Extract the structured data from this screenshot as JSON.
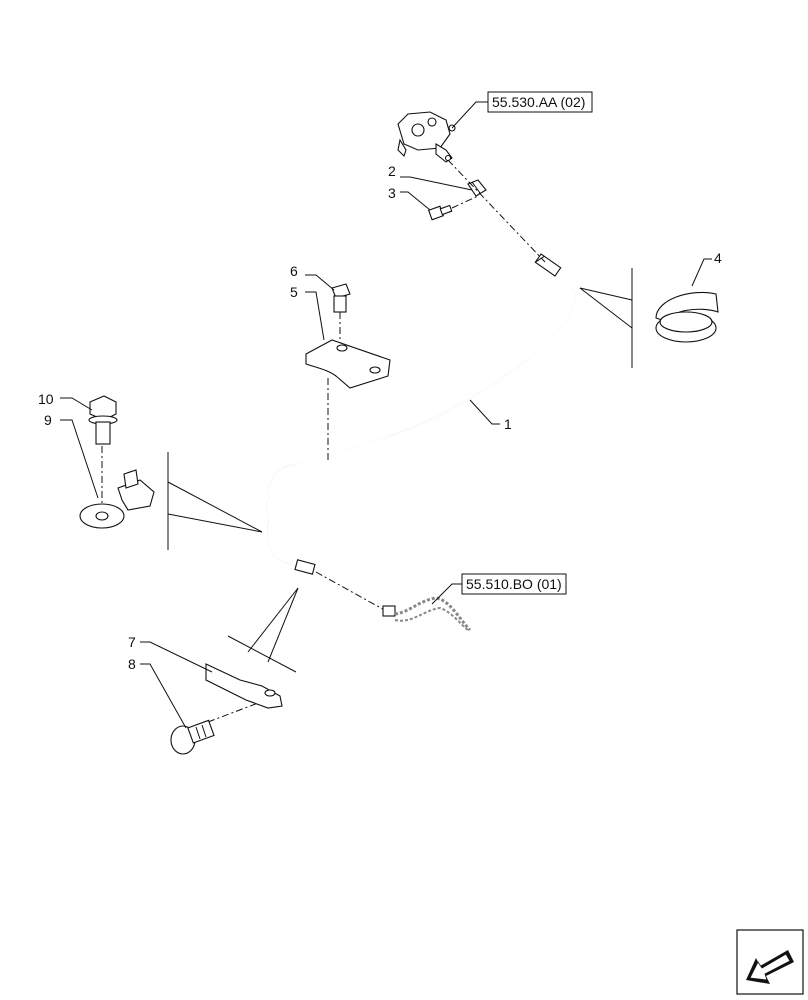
{
  "diagram": {
    "callouts": [
      "1",
      "2",
      "3",
      "4",
      "5",
      "6",
      "7",
      "8",
      "9",
      "10"
    ],
    "references": [
      "55.530.AA (02)",
      "55.510.BO (01)"
    ],
    "nav_icon": "arrow-icon"
  }
}
